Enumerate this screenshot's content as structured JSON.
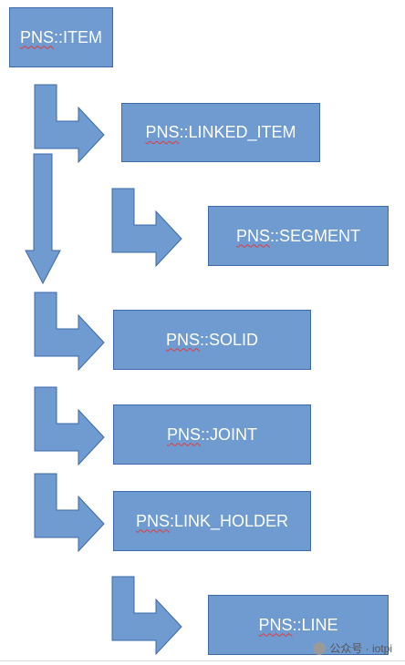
{
  "diagram": {
    "fill_color": "#6f9bd1",
    "stroke_color": "#3d6aa8",
    "nodes": [
      {
        "id": "item",
        "prefix": "PNS",
        "suffix": "::ITEM"
      },
      {
        "id": "linked-item",
        "prefix": "PNS",
        "suffix": "::LINKED_ITEM"
      },
      {
        "id": "segment",
        "prefix": "PNS",
        "suffix": "::SEGMENT"
      },
      {
        "id": "solid",
        "prefix": "PNS",
        "suffix": "::SOLID"
      },
      {
        "id": "joint",
        "prefix": "PNS",
        "suffix": "::JOINT"
      },
      {
        "id": "link-holder",
        "prefix": "PNS",
        "suffix": ":LINK_HOLDER"
      },
      {
        "id": "line",
        "prefix": "PNS",
        "suffix": "::LINE"
      }
    ],
    "edges": [
      {
        "from": "item",
        "to": "linked-item"
      },
      {
        "from": "linked-item",
        "to": "segment"
      },
      {
        "from": "item",
        "to": "solid"
      },
      {
        "from": "item",
        "to": "joint"
      },
      {
        "from": "item",
        "to": "link-holder"
      },
      {
        "from": "link-holder",
        "to": "line"
      }
    ]
  },
  "watermark": {
    "text": "公众号 · iotpi",
    "icon": "wechat-icon"
  }
}
